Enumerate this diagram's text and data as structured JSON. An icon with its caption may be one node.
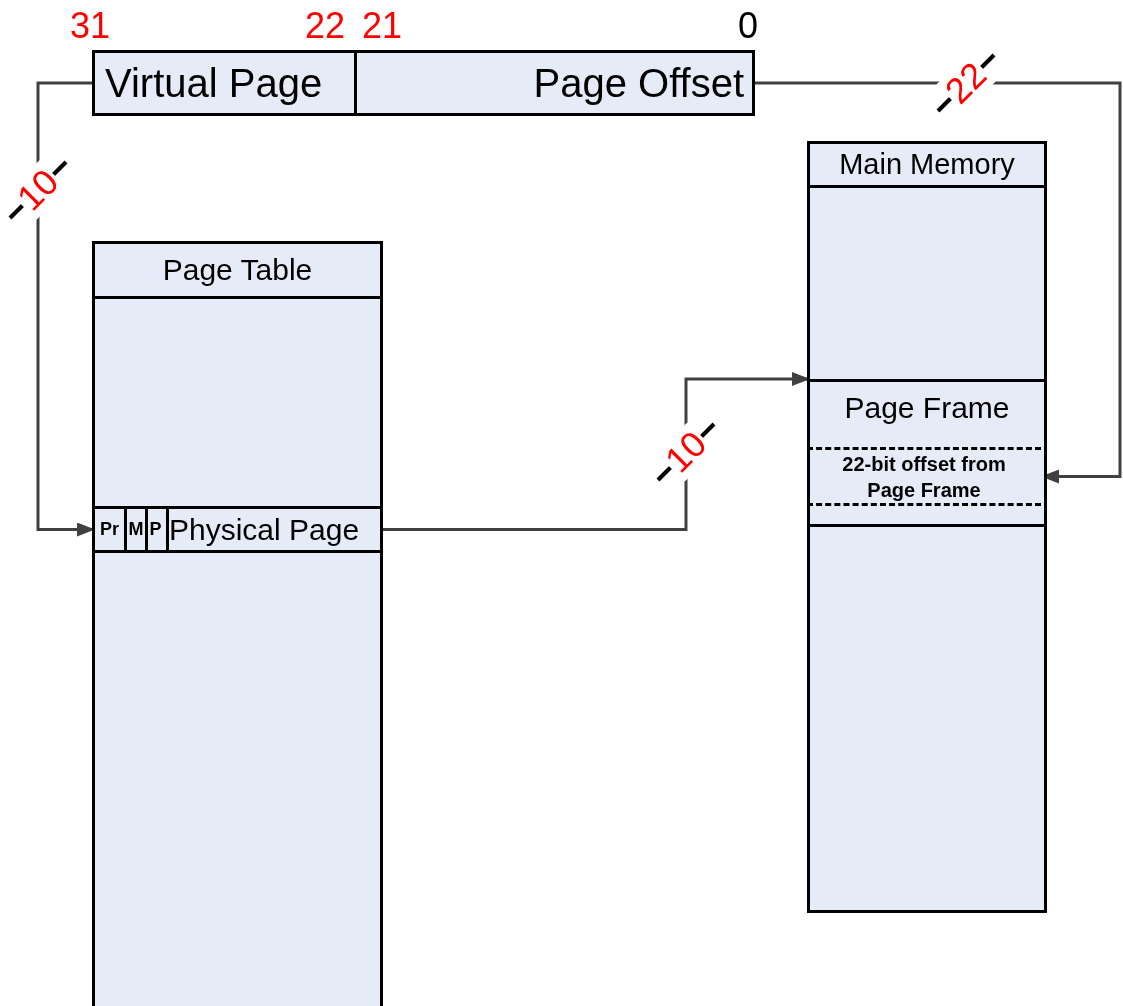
{
  "diagram": {
    "nodes": [
      {
        "text": [
          "Virtual Page"
        ]
      },
      {
        "text": [
          "Page Offset"
        ]
      },
      {
        "text": [
          "Page Table"
        ]
      },
      {
        "text": [
          "Pr"
        ],
        "in": 2
      },
      {
        "text": [
          "M"
        ],
        "in": 2
      },
      {
        "text": [
          "P"
        ],
        "in": 2
      },
      {
        "text": [
          "Physical Page"
        ],
        "in": 2
      },
      {
        "text": [
          "Main Memory"
        ]
      },
      {
        "text": [
          "Page Frame"
        ],
        "in": 7
      },
      {
        "text": [
          "22-bit offset from Page Frame"
        ],
        "in": 8
      }
    ],
    "edges": [
      {
        "from": 0,
        "to": 3,
        "arrow": "to",
        "label": "10"
      },
      {
        "from": 6,
        "to": 8,
        "arrow": "to",
        "label": "10"
      },
      {
        "from": 1,
        "to": 9,
        "arrow": "to",
        "label": "22"
      }
    ],
    "labels": [
      "31",
      "22",
      "21",
      "0"
    ]
  }
}
